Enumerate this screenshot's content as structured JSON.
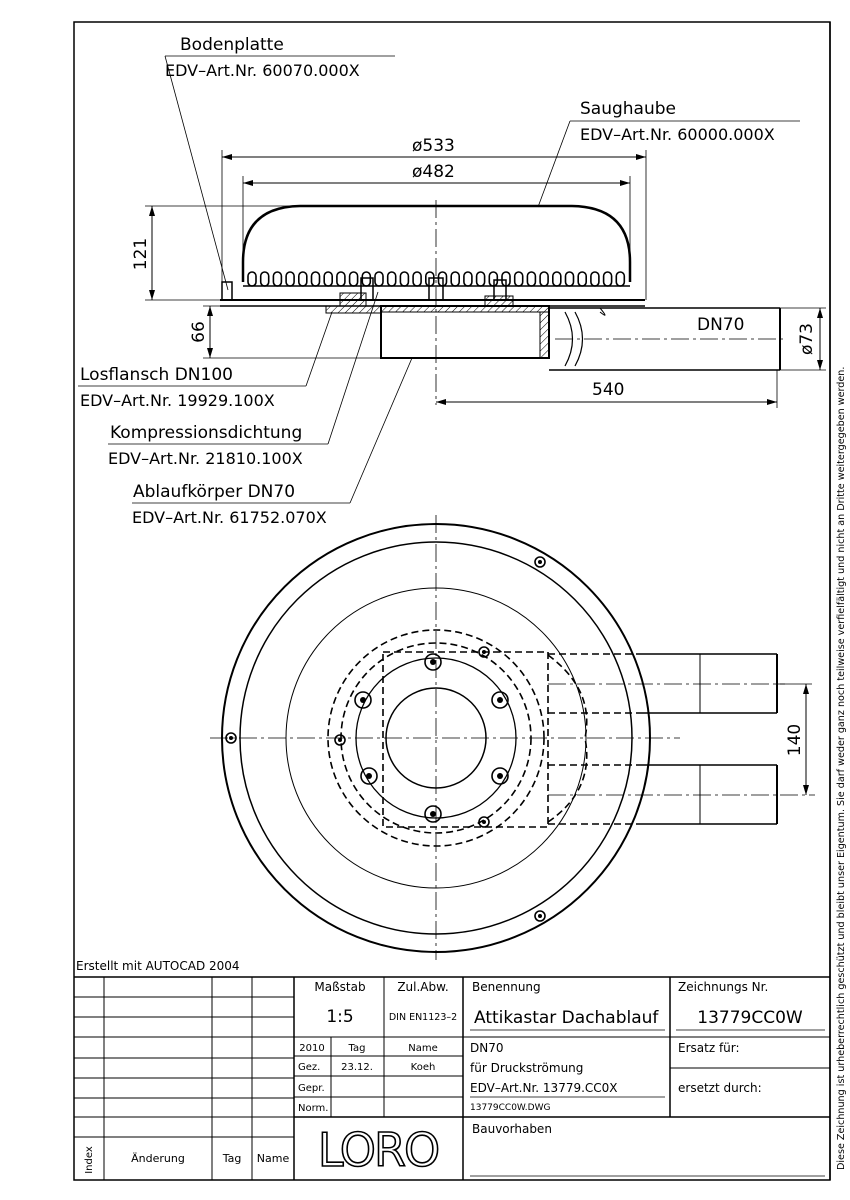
{
  "labels": {
    "bodenplatte": {
      "name": "Bodenplatte",
      "art": "EDV–Art.Nr.  60070.000X"
    },
    "saughaube": {
      "name": "Saughaube",
      "art": "EDV–Art.Nr.  60000.000X"
    },
    "losflansch": {
      "name": "Losflansch DN100",
      "art": "EDV–Art.Nr.  19929.100X"
    },
    "kompression": {
      "name": "Kompressionsdichtung",
      "art": "EDV–Art.Nr.  21810.100X"
    },
    "ablauf": {
      "name": "Ablaufkörper DN70",
      "art": "EDV–Art.Nr.  61752.070X"
    }
  },
  "dimensions": {
    "d533": "ø533",
    "d482": "ø482",
    "h121": "121",
    "h66": "66",
    "dn70": "DN70",
    "d73": "ø73",
    "l540": "540",
    "s140": "140"
  },
  "created": "Erstellt mit AUTOCAD 2004",
  "side_note": "Diese Zeichnung ist urheberrechtlich geschützt und bleibt unser Eigentum. Sie darf weder ganz noch teilweise verfielfältigt und nicht an Dritte weitergegeben werden.",
  "title_block": {
    "massstab_label": "Maßstab",
    "massstab_value": "1:5",
    "zul_label": "Zul.Abw.",
    "zul_value": "DIN EN1123–2",
    "benennung_label": "Benennung",
    "benennung_value": "Attikastar Dachablauf",
    "zeichnung_label": "Zeichnungs Nr.",
    "zeichnung_value": "13779CC0W",
    "year": "2010",
    "tag_label": "Tag",
    "name_label": "Name",
    "gez_label": "Gez.",
    "gez_tag": "23.12.",
    "gez_name": "Koeh",
    "gepr_label": "Gepr.",
    "norm_label": "Norm.",
    "desc1": "DN70",
    "desc2": "für Druckströmung",
    "desc3": "EDV–Art.Nr. 13779.CC0X",
    "desc4": "13779CC0W.DWG",
    "ersatz_label": "Ersatz für:",
    "ersetzt_label": "ersetzt durch:",
    "bauvorhaben_label": "Bauvorhaben",
    "index_label": "Index",
    "aenderung_label": "Änderung",
    "rev_tag_label": "Tag",
    "rev_name_label": "Name",
    "logo": "LORO"
  }
}
